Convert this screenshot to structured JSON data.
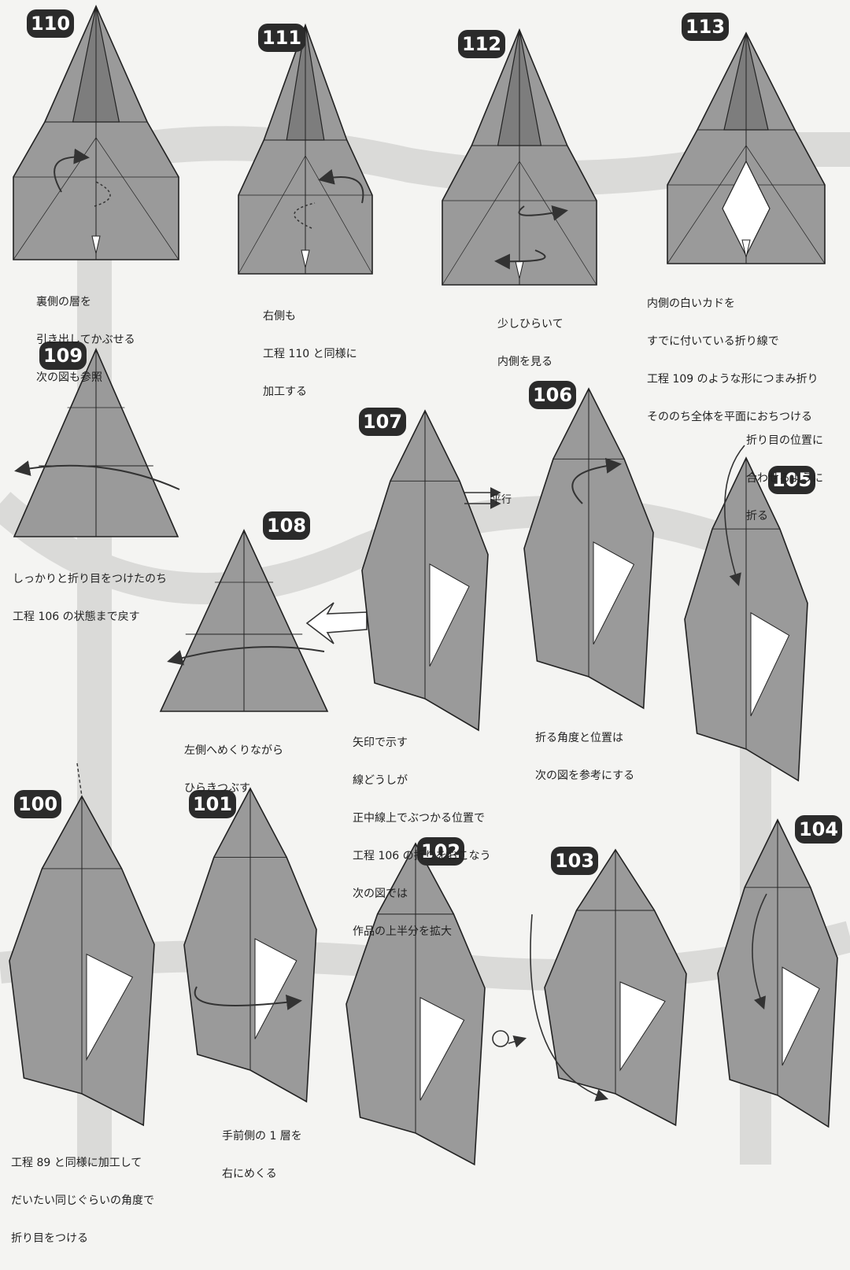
{
  "colors": {
    "paper": "#9a9a9a",
    "paper_dark": "#7d7d7d",
    "paper_light": "#ffffff",
    "line": "#222222",
    "band": "#dadad8",
    "badge": "#2b2b2b"
  },
  "parallel_label": "平行",
  "steps": [
    {
      "id": "110",
      "caption": [
        "裏側の層を",
        "引き出してかぶせる",
        "次の図も参照"
      ]
    },
    {
      "id": "111",
      "caption": [
        "右側も",
        "工程 110 と同様に",
        "加工する"
      ]
    },
    {
      "id": "112",
      "caption": [
        "少しひらいて",
        "内側を見る"
      ]
    },
    {
      "id": "113",
      "caption": [
        "内側の白いカドを",
        "すでに付いている折り線で",
        "工程 109 のような形につまみ折り",
        "そののち全体を平面におちつける"
      ]
    },
    {
      "id": "109",
      "caption": [
        "しっかりと折り目をつけたのち",
        "工程 106 の状態まで戻す"
      ]
    },
    {
      "id": "108",
      "caption": [
        "左側へめくりながら",
        "ひらきつぶす"
      ]
    },
    {
      "id": "107",
      "caption": [
        "矢印で示す",
        "線どうしが",
        "正中線上でぶつかる位置で",
        "工程 106 の折りをおこなう",
        "次の図では",
        "作品の上半分を拡大"
      ]
    },
    {
      "id": "106",
      "caption": [
        "折る角度と位置は",
        "次の図を参考にする"
      ]
    },
    {
      "id": "105",
      "caption": [
        "折り目の位置に",
        "合わせるように",
        "折る"
      ]
    },
    {
      "id": "100",
      "caption": [
        "工程 89 と同様に加工して",
        "だいたい同じぐらいの角度で",
        "折り目をつける"
      ]
    },
    {
      "id": "101",
      "caption": [
        "手前側の 1 層を",
        "右にめくる"
      ]
    },
    {
      "id": "102",
      "caption": []
    },
    {
      "id": "103",
      "caption": []
    },
    {
      "id": "104",
      "caption": []
    }
  ]
}
